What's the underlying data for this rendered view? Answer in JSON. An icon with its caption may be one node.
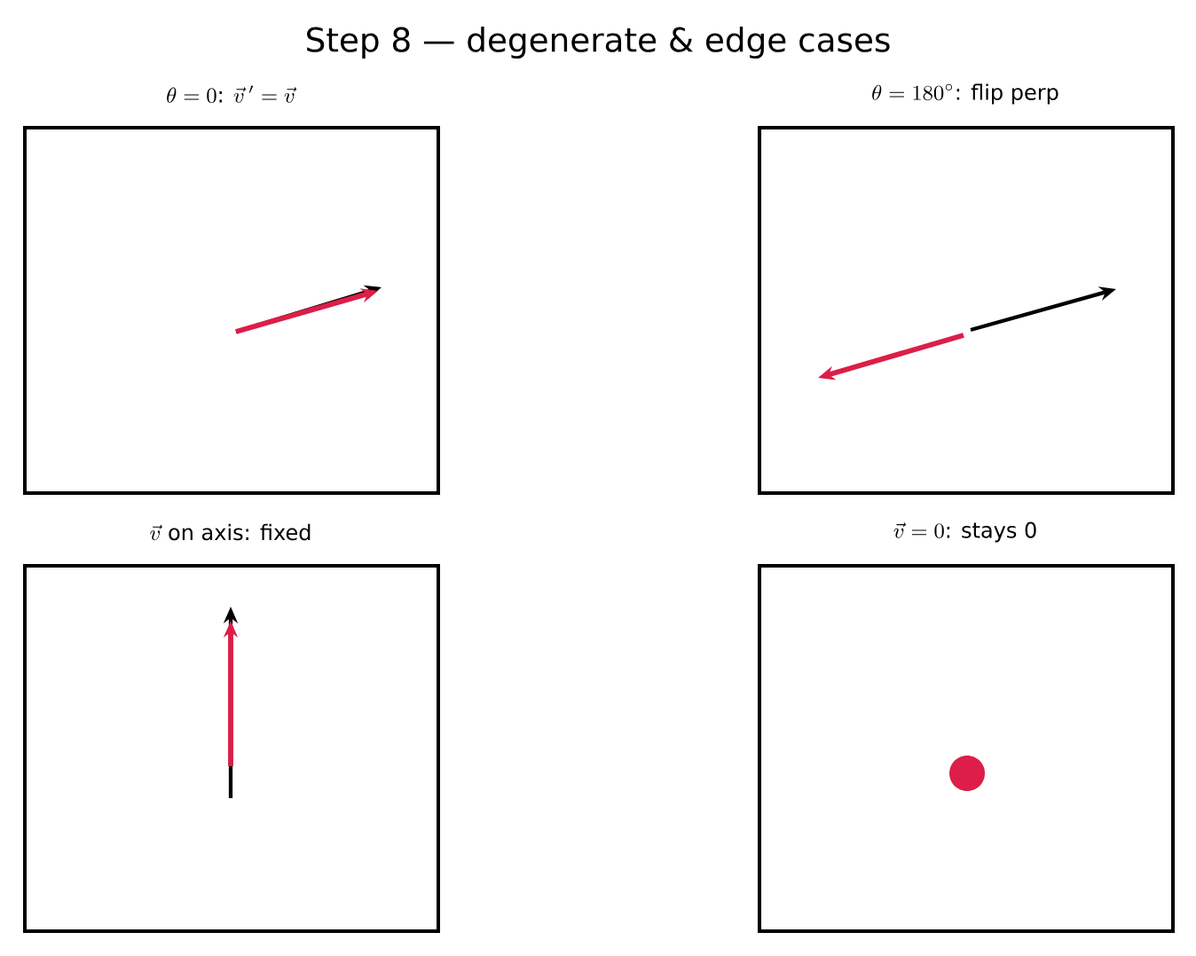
{
  "diagram": {
    "title": "Step 8 — degenerate & edge cases",
    "nodes": [
      {
        "text": [
          "\\theta = 0\\text{: }\\vec{v}\\,' = \\vec{v}"
        ]
      },
      {
        "text": [
          "\\theta = 180^\\circ\\text{: flip perp}"
        ]
      },
      {
        "text": [
          "\\vec{v}\\text{ on axis: fixed}"
        ]
      },
      {
        "text": [
          "\\vec{v} = 0\\text{: stays 0}"
        ]
      }
    ]
  }
}
